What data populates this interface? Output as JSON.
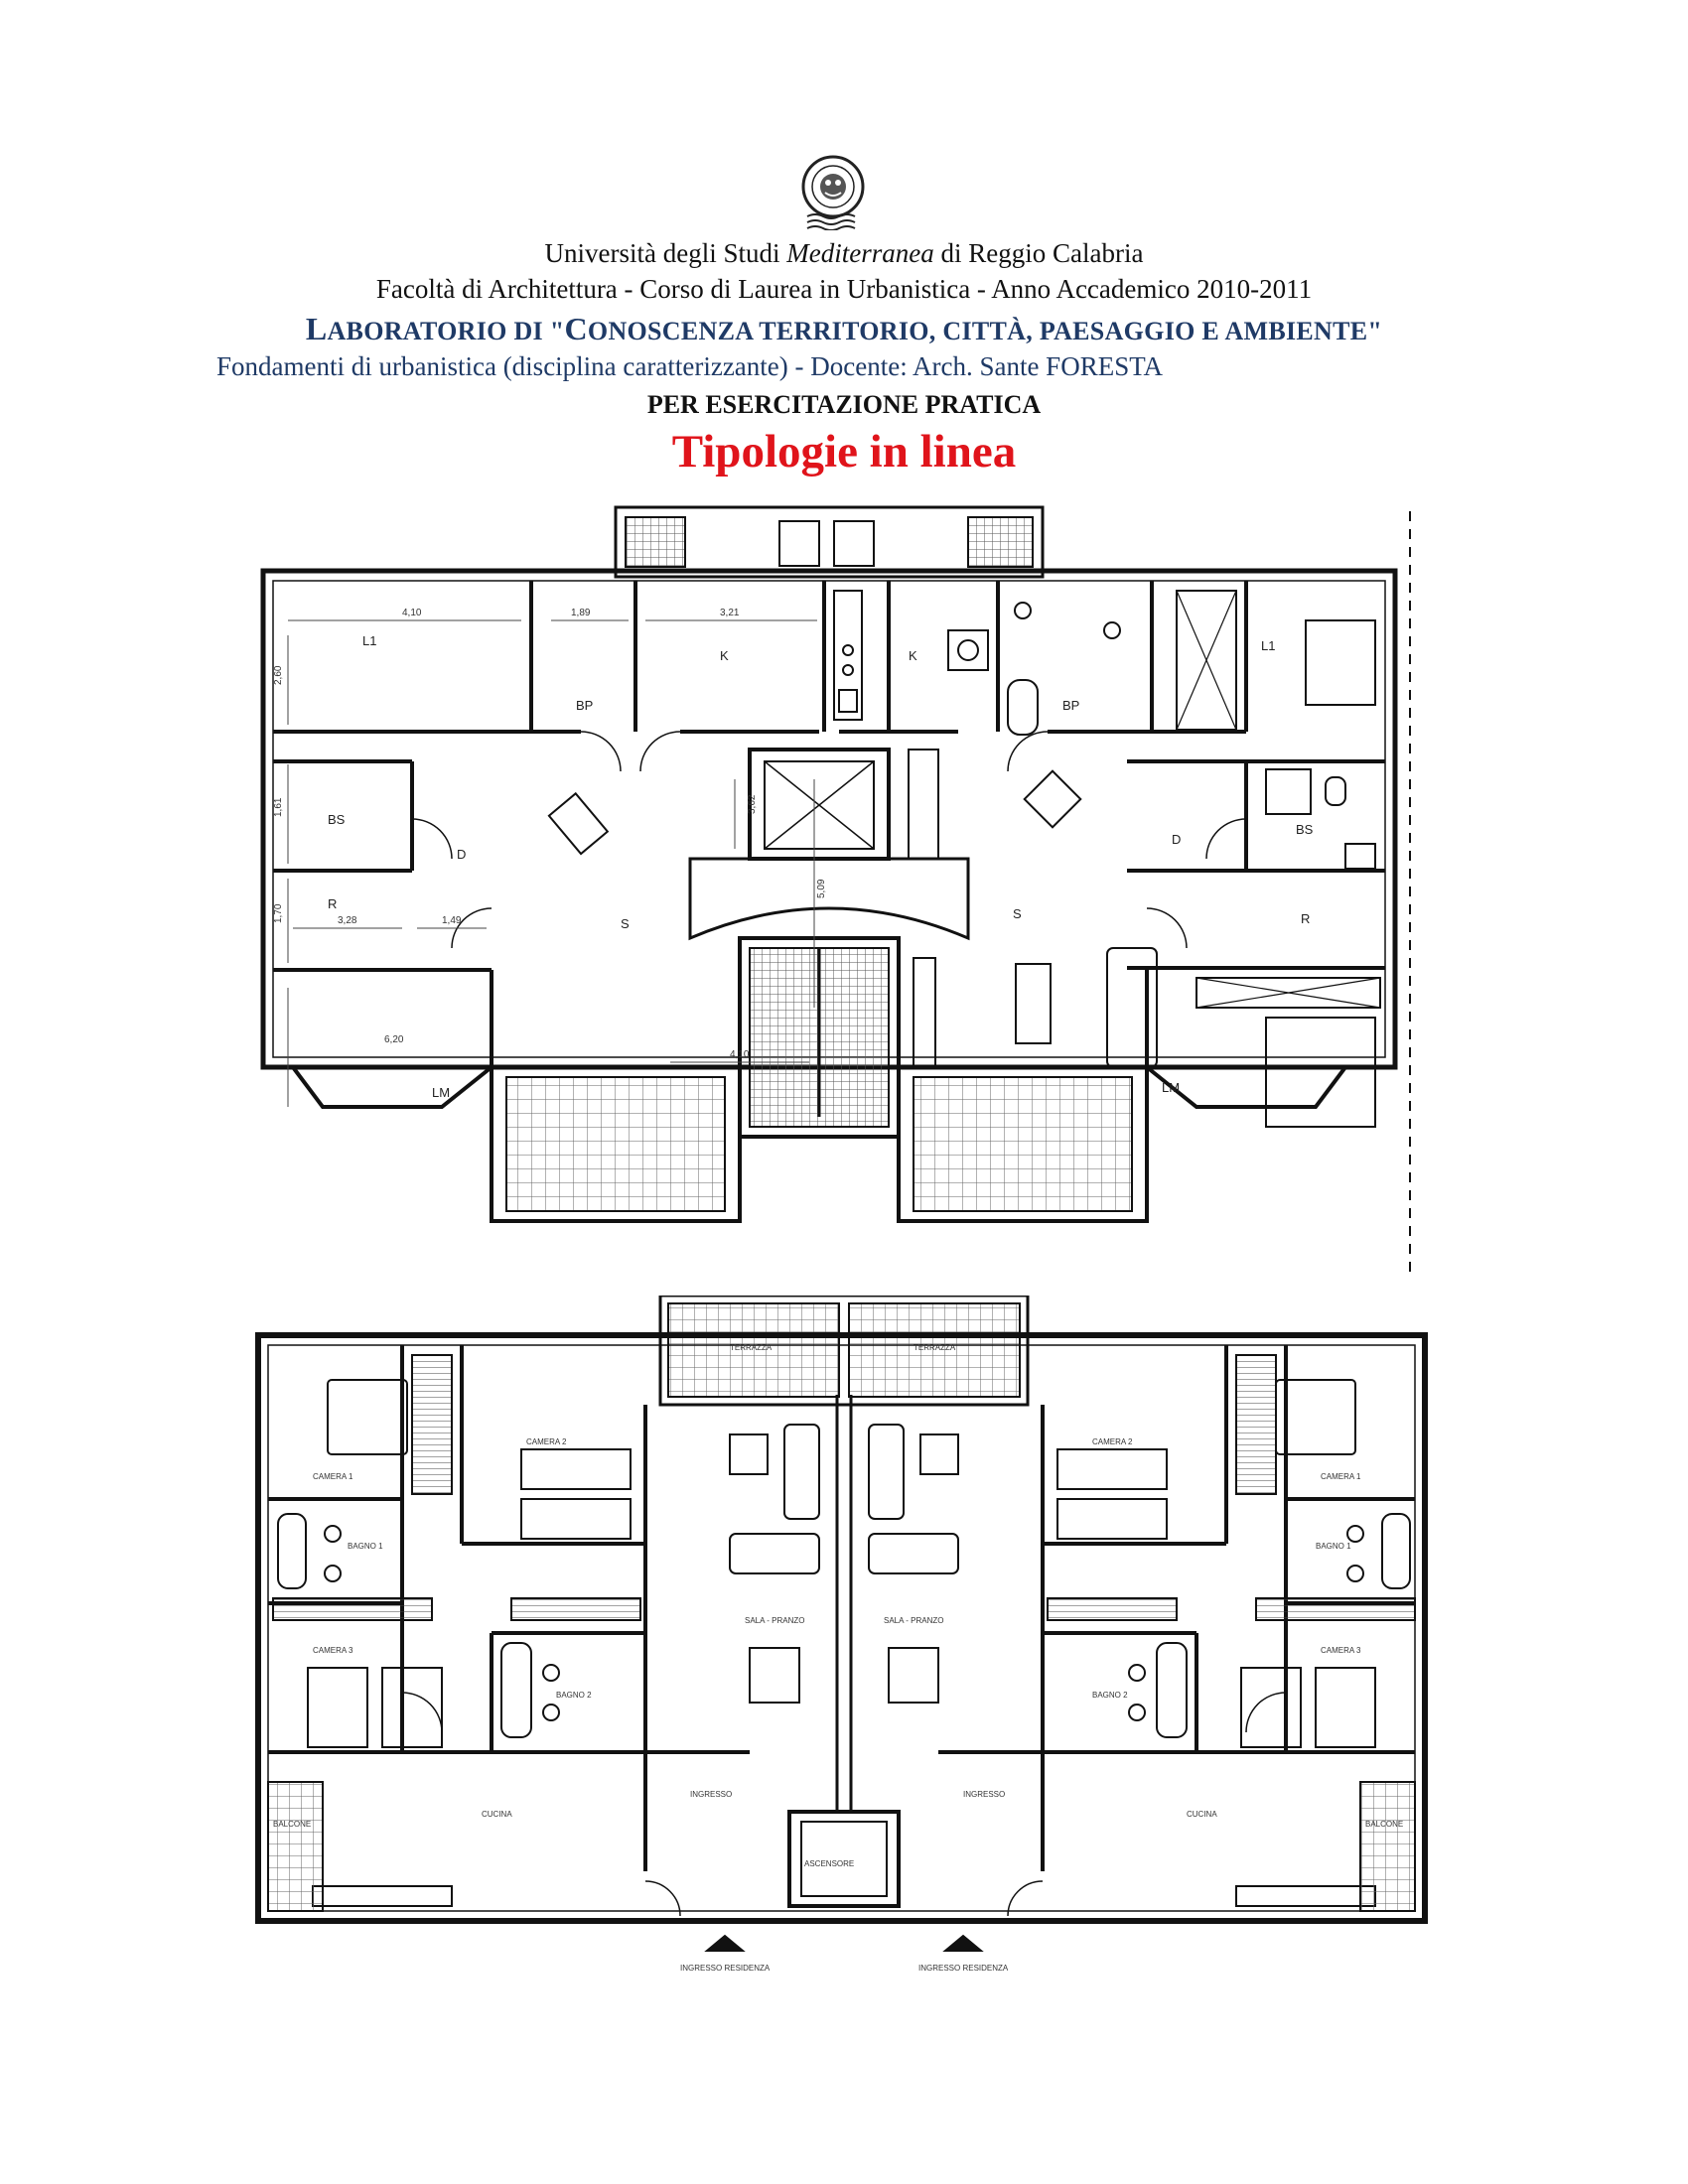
{
  "header": {
    "university_pre": "Università degli Studi ",
    "university_em": "Mediterranea",
    "university_post": " di Reggio Calabria",
    "faculty": "Facoltà di Architettura - Corso di Laurea in Urbanistica - Anno Accademico 2010-2011",
    "lab_cap1": "L",
    "lab_rest1": "ABORATORIO DI \"",
    "lab_cap2": "C",
    "lab_rest2": "ONOSCENZA TERRITORIO, CITTÀ, PAESAGGIO E AMBIENTE\"",
    "course": "Fondamenti di urbanistica (disciplina caratterizzante) - Docente: Arch. Sante FORESTA",
    "exercise": "PER ESERCITAZIONE PRATICA",
    "title": "Tipologie in linea"
  },
  "plan1": {
    "labels": {
      "l1_left": "L1",
      "bp_left": "BP",
      "k_left": "K",
      "k_right": "K",
      "bp_right": "BP",
      "l1_right": "L1",
      "bs_left": "BS",
      "d_left": "D",
      "r_left": "R",
      "s_left": "S",
      "s_right": "S",
      "d_right": "D",
      "bs_right": "BS",
      "r_right": "R",
      "lm_left": "LM",
      "lm_right": "LM"
    },
    "dimensions": {
      "d1": "4,10",
      "d2": "1,89",
      "d3": "3,21",
      "d4": "2,60",
      "d5": "1,61",
      "d6": "1,70",
      "d7": "3,28",
      "d8": "1,49",
      "d9": "3,62",
      "d10": "5,09",
      "d11": "4,10",
      "d12": "6,20"
    }
  },
  "plan2": {
    "labels": {
      "terrazza_left": "TERRAZZA",
      "terrazza_right": "TERRAZZA",
      "camera1_left": "CAMERA 1",
      "camera2_left": "CAMERA 2",
      "camera3_left": "CAMERA 3",
      "bagno1_left": "BAGNO 1",
      "bagno2_left": "BAGNO 2",
      "camera1_right": "CAMERA 1",
      "camera2_right": "CAMERA 2",
      "camera3_right": "CAMERA 3",
      "bagno1_right": "BAGNO 1",
      "bagno2_right": "BAGNO 2",
      "sala_left": "SALA - PRANZO",
      "sala_right": "SALA - PRANZO",
      "cucina_left": "CUCINA",
      "cucina_right": "CUCINA",
      "ingresso_left": "INGRESSO",
      "ingresso_right": "INGRESSO",
      "balcone_left": "BALCONE",
      "balcone_right": "BALCONE",
      "ascensore": "ASCENSORE",
      "entrance_left": "INGRESSO RESIDENZA",
      "entrance_right": "INGRESSO RESIDENZA"
    }
  }
}
